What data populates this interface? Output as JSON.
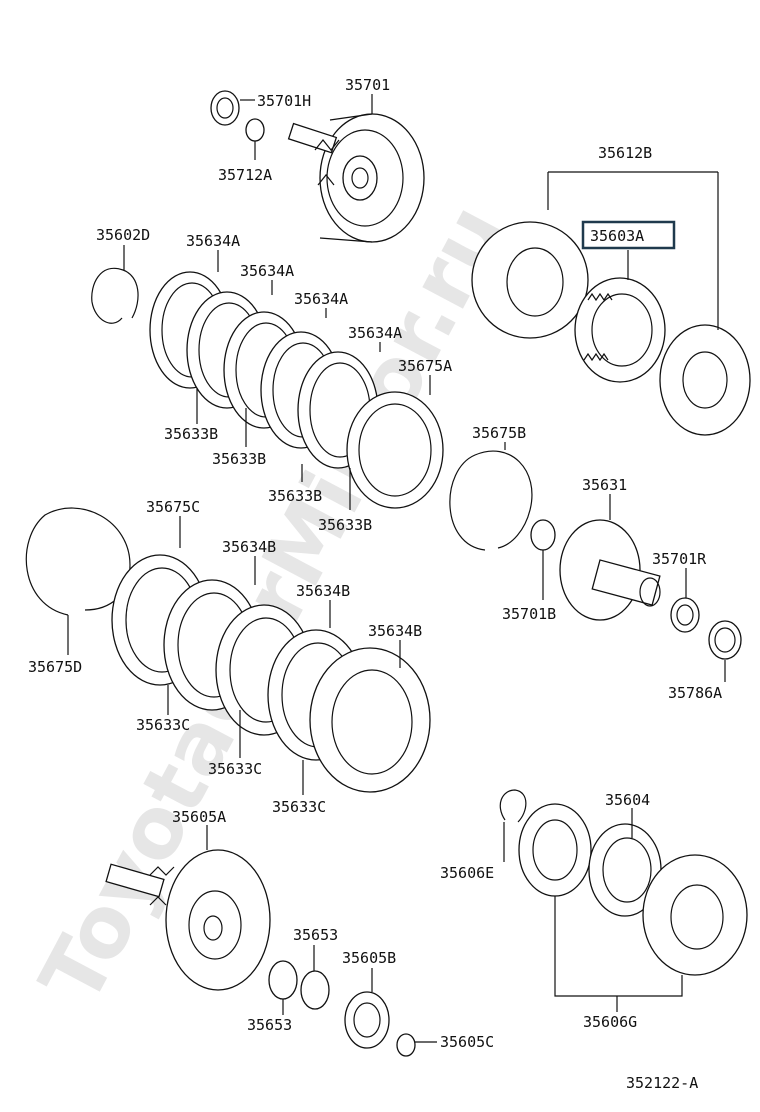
{
  "watermark": "ToyotaCarMirror.ru",
  "diagram_code": "352122-A",
  "highlighted_part": "35603A",
  "labels": {
    "p35701": "35701",
    "p35701H": "35701H",
    "p35712A": "35712A",
    "p35612B": "35612B",
    "p35603A": "35603A",
    "p35602D": "35602D",
    "p35634A_1": "35634A",
    "p35634A_2": "35634A",
    "p35634A_3": "35634A",
    "p35634A_4": "35634A",
    "p35675A": "35675A",
    "p35633B_1": "35633B",
    "p35633B_2": "35633B",
    "p35633B_3": "35633B",
    "p35633B_4": "35633B",
    "p35675B": "35675B",
    "p35631": "35631",
    "p35701R": "35701R",
    "p35701B": "35701B",
    "p35786A": "35786A",
    "p35675C": "35675C",
    "p35634B_1": "35634B",
    "p35634B_2": "35634B",
    "p35634B_3": "35634B",
    "p35675D": "35675D",
    "p35633C_1": "35633C",
    "p35633C_2": "35633C",
    "p35633C_3": "35633C",
    "p35605A": "35605A",
    "p35604": "35604",
    "p35606E": "35606E",
    "p35653_1": "35653",
    "p35653_2": "35653",
    "p35605B": "35605B",
    "p35605C": "35605C",
    "p35606G": "35606G"
  }
}
